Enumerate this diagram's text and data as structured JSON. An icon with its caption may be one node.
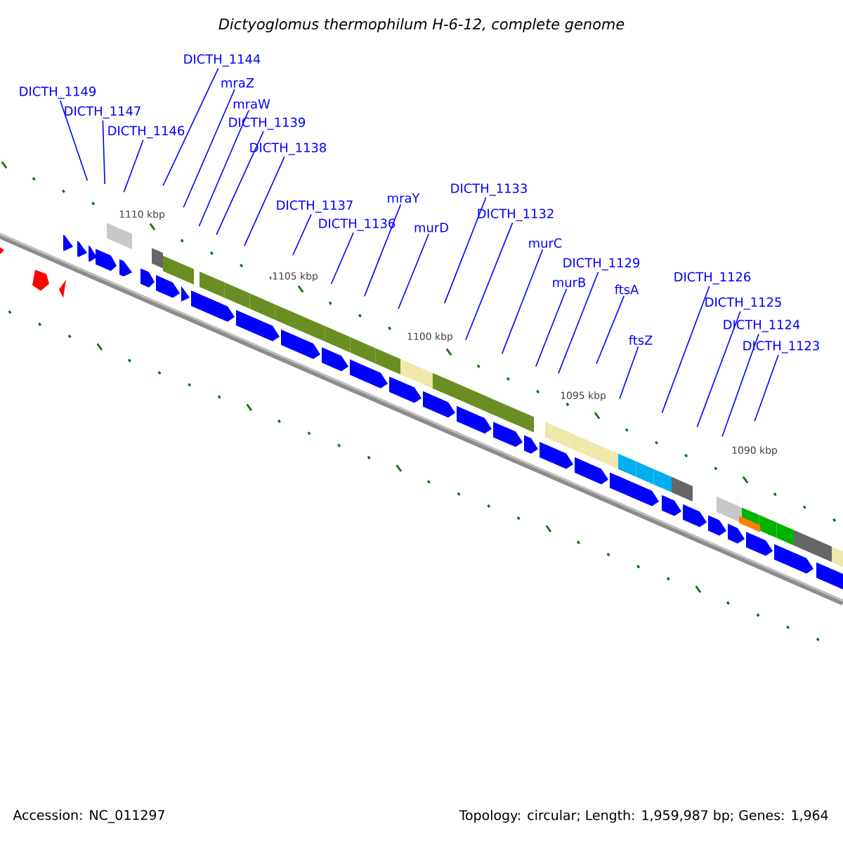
{
  "diagram": {
    "title": "Dictyoglomus thermophilum H-6-12, complete genome",
    "nodes": [
      {
        "text": [
          "DICTH_1149"
        ]
      },
      {
        "text": [
          "DICTH_1147"
        ]
      },
      {
        "text": [
          "DICTH_1146"
        ]
      },
      {
        "text": [
          "DICTH_1144"
        ]
      },
      {
        "text": [
          "mraZ"
        ]
      },
      {
        "text": [
          "mraW"
        ]
      },
      {
        "text": [
          "DICTH_1139"
        ]
      },
      {
        "text": [
          "DICTH_1138"
        ]
      },
      {
        "text": [
          "DICTH_1137"
        ]
      },
      {
        "text": [
          "DICTH_1136"
        ]
      },
      {
        "text": [
          "mraY"
        ]
      },
      {
        "text": [
          "murD"
        ]
      },
      {
        "text": [
          "DICTH_1133"
        ]
      },
      {
        "text": [
          "DICTH_1132"
        ]
      },
      {
        "text": [
          "murC"
        ]
      },
      {
        "text": [
          "DICTH_1129"
        ]
      },
      {
        "text": [
          "murB"
        ]
      },
      {
        "text": [
          "ftsA"
        ]
      },
      {
        "text": [
          "ftsZ"
        ]
      },
      {
        "text": [
          "DICTH_1126"
        ]
      },
      {
        "text": [
          "DICTH_1125"
        ]
      },
      {
        "text": [
          "DICTH_1124"
        ]
      },
      {
        "text": [
          "DICTH_1123"
        ]
      }
    ],
    "edges": [
      {
        "from": 0,
        "to": null,
        "arrow": "none"
      },
      {
        "from": 1,
        "to": null,
        "arrow": "none"
      },
      {
        "from": 2,
        "to": null,
        "arrow": "none"
      },
      {
        "from": 3,
        "to": null,
        "arrow": "none"
      },
      {
        "from": 4,
        "to": null,
        "arrow": "none"
      },
      {
        "from": 5,
        "to": null,
        "arrow": "none"
      },
      {
        "from": 6,
        "to": null,
        "arrow": "none"
      },
      {
        "from": 7,
        "to": null,
        "arrow": "none"
      },
      {
        "from": 8,
        "to": null,
        "arrow": "none"
      },
      {
        "from": 9,
        "to": null,
        "arrow": "none"
      },
      {
        "from": 10,
        "to": null,
        "arrow": "none"
      },
      {
        "from": 11,
        "to": null,
        "arrow": "none"
      },
      {
        "from": 12,
        "to": null,
        "arrow": "none"
      },
      {
        "from": 13,
        "to": null,
        "arrow": "none"
      },
      {
        "from": 14,
        "to": null,
        "arrow": "none"
      },
      {
        "from": 15,
        "to": null,
        "arrow": "none"
      },
      {
        "from": 16,
        "to": null,
        "arrow": "none"
      },
      {
        "from": 17,
        "to": null,
        "arrow": "none"
      },
      {
        "from": 18,
        "to": null,
        "arrow": "none"
      },
      {
        "from": 19,
        "to": null,
        "arrow": "none"
      },
      {
        "from": 20,
        "to": null,
        "arrow": "none"
      },
      {
        "from": 21,
        "to": null,
        "arrow": "none"
      },
      {
        "from": 22,
        "to": null,
        "arrow": "none"
      }
    ],
    "labels": [
      "1110 kbp",
      "1105 kbp",
      "1100 kbp",
      "1095 kbp",
      "1090 kbp",
      "Accession: NC_011297",
      "Topology: circular; Length: 1,959,987 bp; Genes: 1,964"
    ]
  }
}
